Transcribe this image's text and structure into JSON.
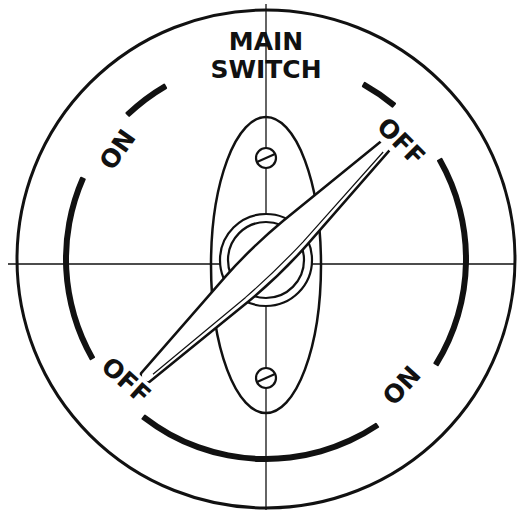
{
  "diagram": {
    "labels": [
      "MAIN SWITCH",
      "ON",
      "OFF",
      "OFF",
      "ON"
    ]
  }
}
